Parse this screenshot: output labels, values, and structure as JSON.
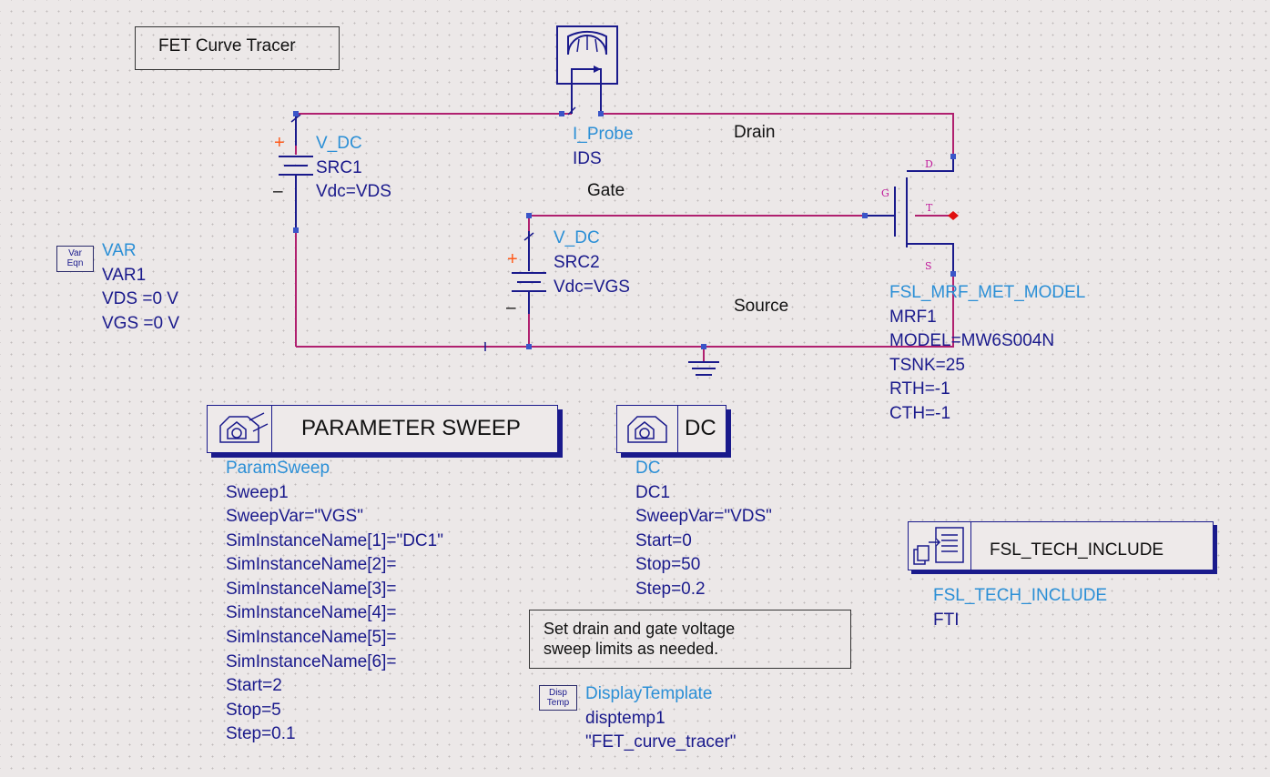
{
  "title_box": "FET Curve Tracer",
  "net_labels": {
    "drain": "Drain",
    "gate": "Gate",
    "source": "Source"
  },
  "probe": {
    "type": "I_Probe",
    "name": "IDS"
  },
  "src1": {
    "type": "V_DC",
    "name": "SRC1",
    "param": "Vdc=VDS",
    "plus": "+",
    "minus": "–"
  },
  "src2": {
    "type": "V_DC",
    "name": "SRC2",
    "param": "Vdc=VGS",
    "plus": "+",
    "minus": "–"
  },
  "var": {
    "icon_top": "Var",
    "icon_bottom": "Eqn",
    "type": "VAR",
    "name": "VAR1",
    "lines": [
      "VDS =0 V",
      "VGS =0 V"
    ]
  },
  "fet": {
    "pins": {
      "d": "D",
      "g": "G",
      "t": "T",
      "s": "S"
    },
    "type": "FSL_MRF_MET_MODEL",
    "name": "MRF1",
    "lines": [
      "MODEL=MW6S004N",
      "TSNK=25",
      "RTH=-1",
      "CTH=-1"
    ]
  },
  "sweep": {
    "header": "PARAMETER SWEEP",
    "type": "ParamSweep",
    "name": "Sweep1",
    "lines": [
      "SweepVar=\"VGS\"",
      "SimInstanceName[1]=\"DC1\"",
      "SimInstanceName[2]=",
      "SimInstanceName[3]=",
      "SimInstanceName[4]=",
      "SimInstanceName[5]=",
      "SimInstanceName[6]=",
      "Start=2",
      "Stop=5",
      "Step=0.1"
    ]
  },
  "dc": {
    "header": "DC",
    "type": "DC",
    "name": "DC1",
    "lines": [
      "SweepVar=\"VDS\"",
      "Start=0",
      "Stop=50",
      "Step=0.2"
    ]
  },
  "tech": {
    "header": "FSL_TECH_INCLUDE",
    "type": "FSL_TECH_INCLUDE",
    "name": "FTI"
  },
  "note": {
    "line1": "Set drain and gate voltage",
    "line2": "sweep limits as needed."
  },
  "display": {
    "icon_top": "Disp",
    "icon_bottom": "Temp",
    "type": "DisplayTemplate",
    "name": "disptemp1",
    "value": "\"FET_curve_tracer\""
  },
  "colors": {
    "wire": "#b0206f",
    "node": "#3a55c8",
    "symbol": "#1a1a8c",
    "plus": "#ff5a1a",
    "port": "#e01010"
  }
}
